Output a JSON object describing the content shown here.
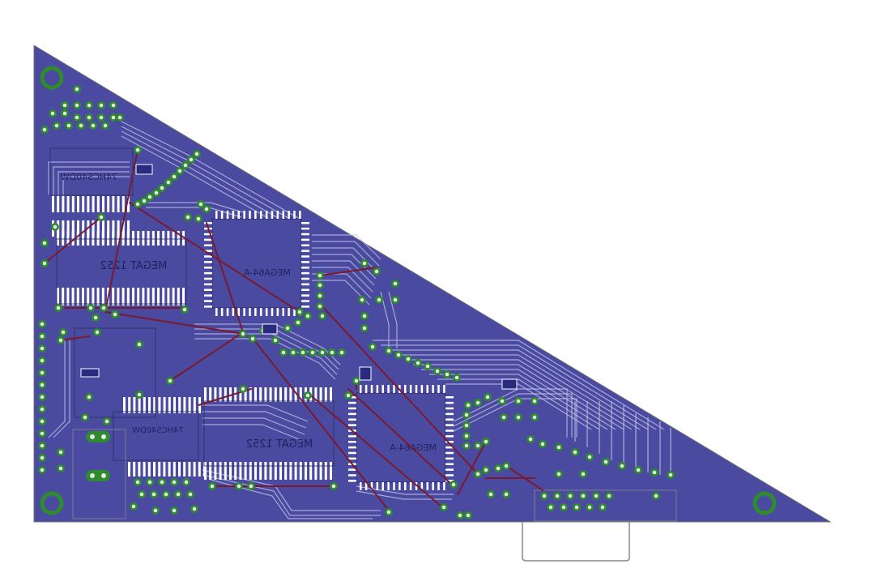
{
  "board": {
    "colors": {
      "background": "#ffffff",
      "copper_pour": "#4a4aa0",
      "trace_gap": "#ffffff",
      "pad_ring": "#2e8b2e",
      "pad_hole": "#e8e8e8",
      "via_route": "#7a1a2e",
      "outline": "#707070",
      "silkscreen": "#1a1a55"
    },
    "components": {
      "u1_label": "74HCS40DW",
      "u2_label": "MEGAT 1252",
      "u3_label": "MEGA64-A",
      "u4_label": "74HCS40DW",
      "u5_label": "MEGAT 1252",
      "u6_label": "MEGA64-A"
    }
  }
}
